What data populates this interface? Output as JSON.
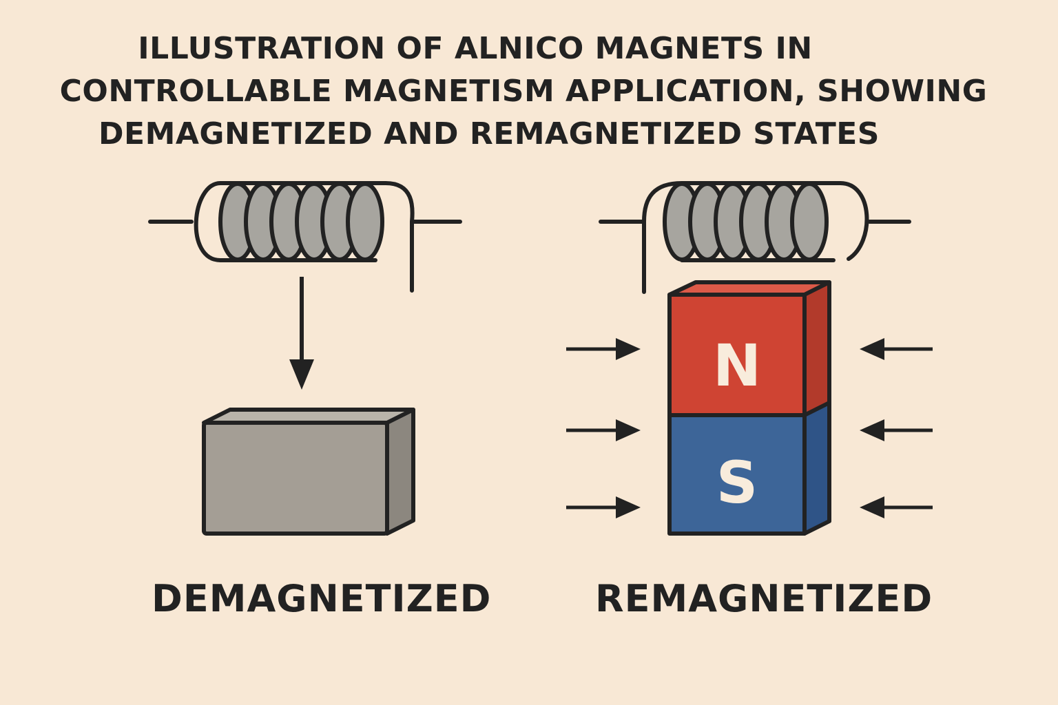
{
  "title": {
    "line1": "ILLUSTRATION OF ALNICO MAGNETS IN",
    "line2": "CONTROLLABLE MAGNETISM APPLICATION, SHOWING",
    "line3": "DEMAGNETIZED AND REMAGNETIZED STATES"
  },
  "left_panel": {
    "label": "DEMAGNETIZED",
    "coil_icon": "coil-icon",
    "arrow_icon": "arrow-down-icon",
    "magnet_color": "#a49e95"
  },
  "right_panel": {
    "label": "REMAGNETIZED",
    "coil_icon": "coil-icon",
    "north_letter": "N",
    "south_letter": "S",
    "north_color": "#cf4433",
    "south_color": "#3d6598",
    "field_arrows_icon": "arrow-right-icon"
  },
  "colors": {
    "background": "#f8e8d5",
    "stroke": "#222222",
    "coil_fill": "#a7a59f"
  }
}
